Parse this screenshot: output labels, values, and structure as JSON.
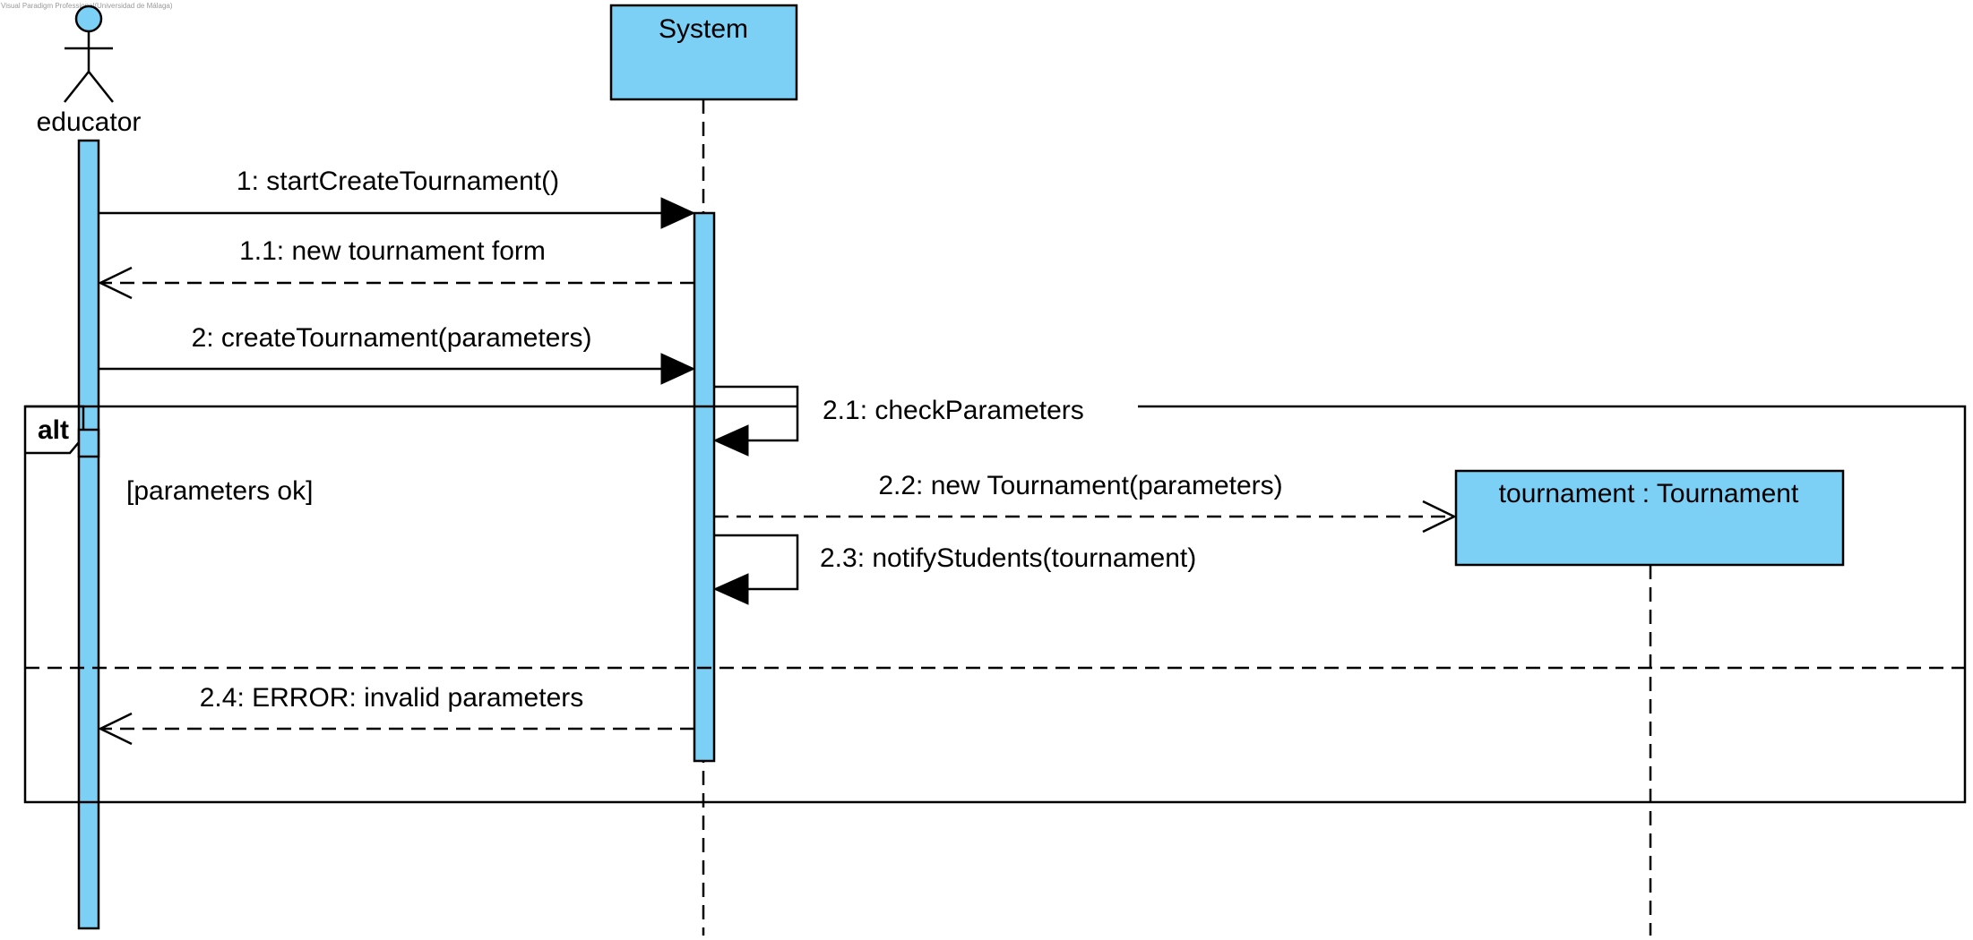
{
  "watermark": "Visual Paradigm Professional(Universidad de Málaga)",
  "colors": {
    "lifeline_fill": "#7ccff5",
    "stroke": "#000000",
    "background": "#ffffff"
  },
  "participants": {
    "actor": {
      "name": "educator",
      "kind": "actor"
    },
    "system": {
      "name": "System",
      "kind": "object"
    },
    "tournament": {
      "name": "tournament : Tournament",
      "kind": "object"
    }
  },
  "messages": [
    {
      "id": "m1",
      "label": "1: startCreateTournament()",
      "from": "educator",
      "to": "System",
      "kind": "synchronous"
    },
    {
      "id": "m1_1",
      "label": "1.1: new tournament form",
      "from": "System",
      "to": "educator",
      "kind": "return"
    },
    {
      "id": "m2",
      "label": "2: createTournament(parameters)",
      "from": "educator",
      "to": "System",
      "kind": "synchronous"
    },
    {
      "id": "m2_1",
      "label": "2.1: checkParameters",
      "from": "System",
      "to": "System",
      "kind": "self"
    },
    {
      "id": "m2_2",
      "label": "2.2: new Tournament(parameters)",
      "from": "System",
      "to": "tournament : Tournament",
      "kind": "create"
    },
    {
      "id": "m2_3",
      "label": "2.3: notifyStudents(tournament)",
      "from": "System",
      "to": "System",
      "kind": "self"
    },
    {
      "id": "m2_4",
      "label": "2.4: ERROR: invalid parameters",
      "from": "System",
      "to": "educator",
      "kind": "return"
    }
  ],
  "fragment": {
    "operator": "alt",
    "guard": "[parameters ok]"
  }
}
